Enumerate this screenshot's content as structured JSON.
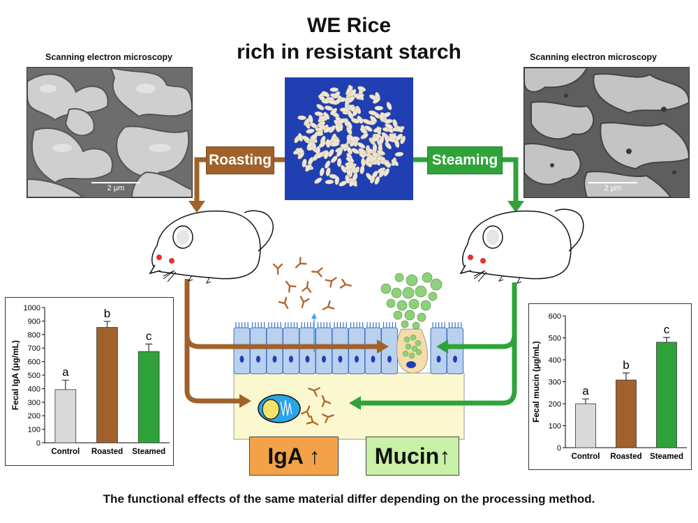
{
  "title": {
    "line1": "WE Rice",
    "line2": "rich in resistant starch"
  },
  "sem": {
    "left_label": "Scanning electron microscopy",
    "right_label": "Scanning electron microscopy",
    "scale_left": "2 μm",
    "scale_right": "2 μm"
  },
  "processes": {
    "roasting": "Roasting",
    "steaming": "Steaming"
  },
  "effects": {
    "iga": "IgA ↑",
    "mucin": "Mucin↑"
  },
  "colors": {
    "roasted": "#a0622a",
    "steamed": "#2fa33a",
    "control": "#d9d9d9",
    "iga_box": "#f3a24a",
    "mucin_box": "#c8f0a6",
    "epithelium": "#b9d0ef",
    "lamina": "#fbf7cf"
  },
  "chart_data": [
    {
      "type": "bar",
      "categories": [
        "Control",
        "Roasted",
        "Steamed"
      ],
      "values": [
        393,
        853,
        675
      ],
      "errors": [
        70,
        45,
        55
      ],
      "sig_letters": [
        "a",
        "b",
        "c"
      ],
      "ylabel": "Fecal IgA (μg/mL)",
      "ylim": [
        0,
        1000
      ],
      "yticks": [
        0,
        100,
        200,
        300,
        400,
        500,
        600,
        700,
        800,
        900,
        1000
      ],
      "grid": false
    },
    {
      "type": "bar",
      "categories": [
        "Control",
        "Roasted",
        "Steamed"
      ],
      "values": [
        200,
        308,
        480
      ],
      "errors": [
        22,
        32,
        22
      ],
      "sig_letters": [
        "a",
        "b",
        "c"
      ],
      "ylabel": "Fecal mucin (μg/mL)",
      "ylim": [
        0,
        600
      ],
      "yticks": [
        0,
        100,
        200,
        300,
        400,
        500,
        600
      ],
      "grid": false
    }
  ],
  "caption": "The functional effects of the same material differ depending on the processing method."
}
